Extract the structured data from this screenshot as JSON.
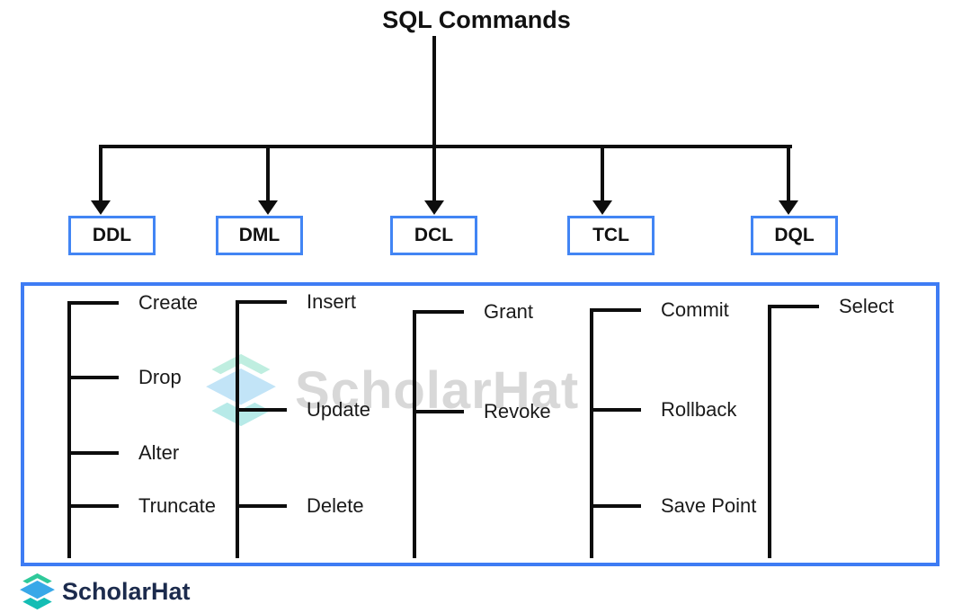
{
  "diagram": {
    "title": "SQL Commands",
    "groups": [
      {
        "label": "DDL",
        "items": [
          "Create",
          "Drop",
          "Alter",
          "Truncate"
        ]
      },
      {
        "label": "DML",
        "items": [
          "Insert",
          "Update",
          "Delete"
        ]
      },
      {
        "label": "DCL",
        "items": [
          "Grant",
          "Revoke"
        ]
      },
      {
        "label": "TCL",
        "items": [
          "Commit",
          "Rollback",
          "Save Point"
        ]
      },
      {
        "label": "DQL",
        "items": [
          "Select"
        ]
      }
    ]
  },
  "watermark": {
    "text": "ScholarHat"
  },
  "footer": {
    "brand": "ScholarHat"
  },
  "colors": {
    "box_border": "#4285f4",
    "container_border": "#3e7cf4",
    "line": "#0d0d0d",
    "watermark_text": "#d8d8d8",
    "brand_text": "#1c2b4d",
    "logo_blue": "#38a8e8",
    "logo_teal": "#14bdb4",
    "logo_green": "#2fc99a"
  }
}
